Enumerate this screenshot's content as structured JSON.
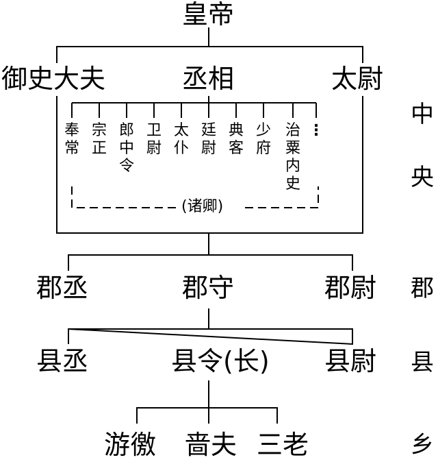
{
  "emperor": "皇帝",
  "top_officials": {
    "left": "御史大夫",
    "center": "丞相",
    "right": "太尉"
  },
  "ministers": [
    "奉常",
    "宗正",
    "郎中令",
    "卫尉",
    "太仆",
    "廷尉",
    "典客",
    "少府",
    "治粟内史"
  ],
  "ministers_ellipsis": "⋮",
  "ministers_group_label": "(诸卿)",
  "commandery": {
    "left": "郡丞",
    "center": "郡守",
    "right": "郡尉"
  },
  "county": {
    "left": "县丞",
    "center": "县令(长)",
    "right": "县尉"
  },
  "township": [
    "游徼",
    "啬夫",
    "三老"
  ],
  "levels": {
    "central": [
      "中",
      "央"
    ],
    "commandery": "郡",
    "county": "县",
    "township": "乡"
  }
}
